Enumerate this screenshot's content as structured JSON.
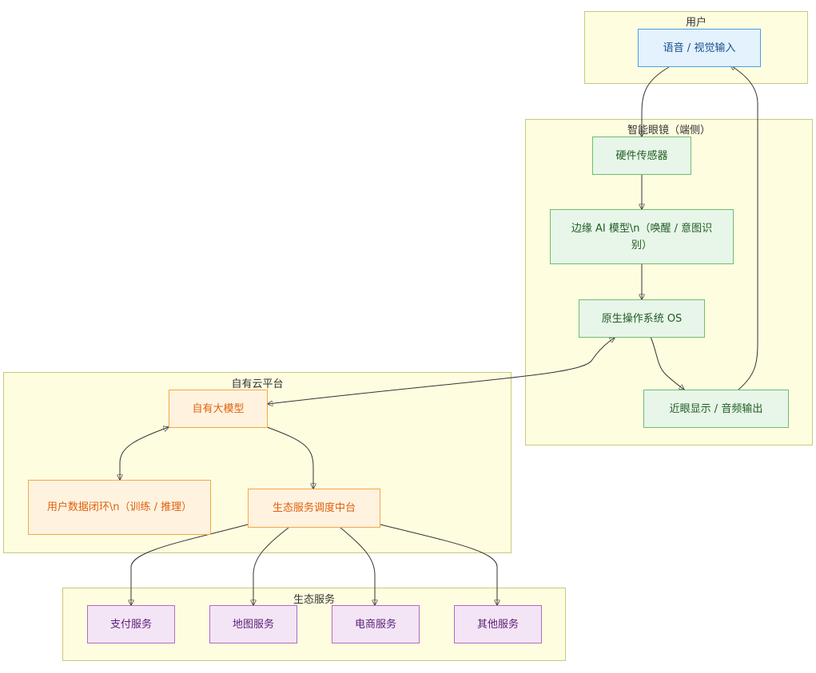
{
  "groups": {
    "user": "用户",
    "glasses": "智能眼镜（端侧）",
    "cloud": "自有云平台",
    "ecosystem": "生态服务"
  },
  "nodes": {
    "input": "语音 / 视觉输入",
    "sensor": "硬件传感器",
    "edge_ai": "边缘 AI 模型\\n（唤醒 / 意图识别）",
    "os": "原生操作系统 OS",
    "output": "近眼显示 / 音频输出",
    "llm": "自有大模型",
    "data_loop": "用户数据闭环\\n（训练 / 推理）",
    "hub": "生态服务调度中台",
    "pay": "支付服务",
    "map": "地图服务",
    "ecommerce": "电商服务",
    "other": "其他服务"
  },
  "colors": {
    "group_bg": "#fffde0",
    "user_node": "#e3f2fd",
    "device_node": "#e8f5e9",
    "cloud_node": "#fff3e0",
    "service_node": "#f3e5f5",
    "edge": "#333333"
  }
}
